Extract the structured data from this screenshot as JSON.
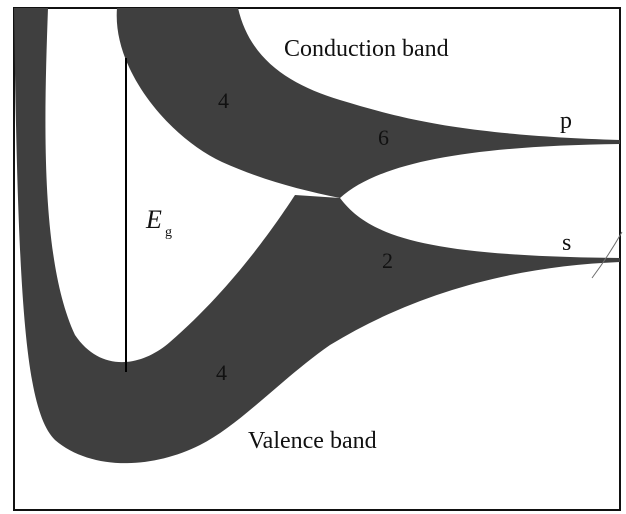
{
  "diagram": {
    "labels": {
      "conduction": "Conduction band",
      "valence": "Valence band",
      "p_orbital": "p",
      "s_orbital": "s",
      "gap_symbol": "E",
      "gap_subscript": "g",
      "cond_upper_degeneracy": "4",
      "p_band_degeneracy": "6",
      "s_band_degeneracy": "2",
      "valence_lower_degeneracy": "4"
    },
    "colors": {
      "band_fill": "#3f3f3f",
      "frame": "#111111",
      "background": "#ffffff",
      "line": "#000000"
    }
  }
}
